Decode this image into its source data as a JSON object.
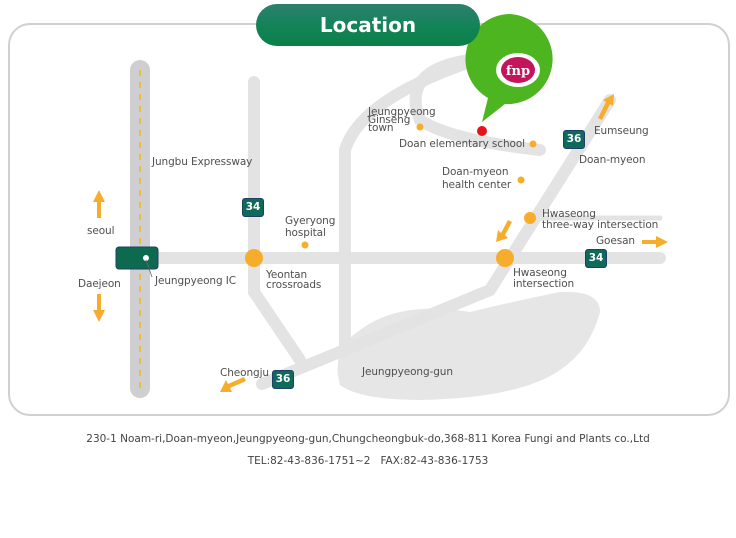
{
  "header": {
    "title": "Location"
  },
  "brand": {
    "logo_text": "fnp",
    "pin_color": "#4cb51f",
    "logo_color": "#c4145c"
  },
  "colors": {
    "road": "#e3e3e3",
    "expressway": "#cfcfd1",
    "lane_dash": "#f2b81b",
    "poi": "#f6ad2c",
    "arrow": "#f6ad2c",
    "shield_bg": "#0f6a5a",
    "destination": "#e3151b"
  },
  "map": {
    "roads": {
      "expressway": "Jungbu Expressway",
      "interchange": "Jeungpyeong IC"
    },
    "shields": [
      {
        "id": "34-north",
        "number": "34"
      },
      {
        "id": "34-east",
        "number": "34"
      },
      {
        "id": "36-northeast",
        "number": "36"
      },
      {
        "id": "36-southwest",
        "number": "36"
      }
    ],
    "directions": [
      {
        "label": "seoul",
        "arrow": "up"
      },
      {
        "label": "Daejeon",
        "arrow": "down"
      },
      {
        "label": "Eumseung",
        "arrow": "up-right"
      },
      {
        "label": "Goesan",
        "arrow": "right"
      },
      {
        "label": "Cheongju",
        "arrow": "down-left"
      }
    ],
    "places": {
      "ginseng_town": "Jeungpyeong\nGinseng\ntown",
      "ginseng_line1": "Jeungpyeong",
      "ginseng_line2": "Ginseng",
      "ginseng_line3": "town",
      "school": "Doan elementary school",
      "doan_myeon": "Doan-myeon",
      "health_line1": "Doan-myeon",
      "health_line2": "health center",
      "hospital_line1": "Gyeryong",
      "hospital_line2": "hospital",
      "yeontan_line1": "Yeontan",
      "yeontan_line2": "crossroads",
      "hw3_line1": "Hwaseong",
      "hw3_line2": "three-way intersection",
      "hwi_line1": "Hwaseong",
      "hwi_line2": "intersection",
      "county": "Jeungpyeong-gun"
    }
  },
  "footer": {
    "address": "230-1 Noam-ri,Doan-myeon,Jeungpyeong-gun,Chungcheongbuk-do,368-811 Korea Fungi and Plants co.,Ltd",
    "contact": "TEL:82-43-836-1751~2   FAX:82-43-836-1753"
  }
}
